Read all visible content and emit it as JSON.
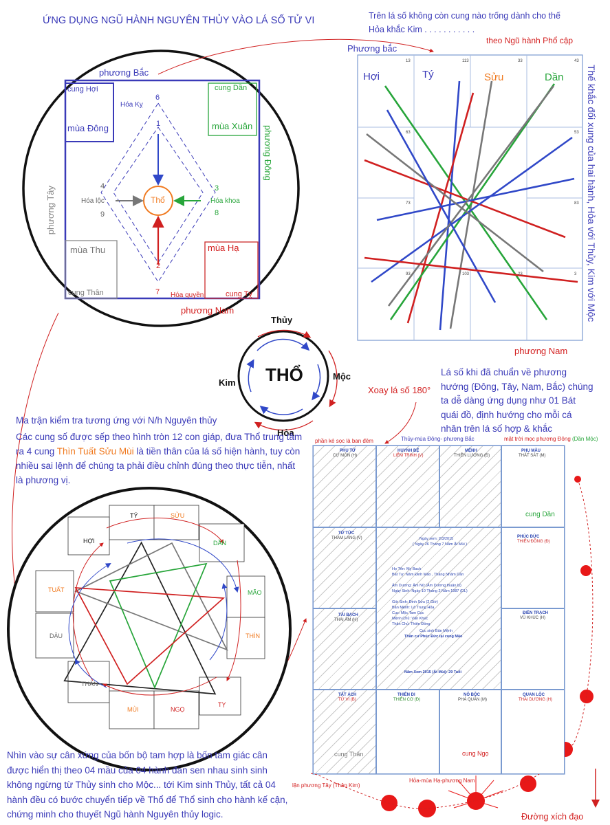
{
  "title": "ỨNG DỤNG NGŨ HÀNH NGUYÊN THỦY VÀO LÁ SỐ TỬ VI",
  "top_right_note": [
    "Trên lá số không còn cung nào trống dành cho thế",
    "Hỏa khắc Kim . . . . . . . . . . ."
  ],
  "pho_cap": "theo Ngũ hành Phổ cập",
  "phuong_bac": "Phương bắc",
  "phuong_nam_top": "phương Nam",
  "side_vertical": "Thế khắc đối xung của hai hành, Hỏa với Thủy, Kim với Mộc",
  "circle_diagram": {
    "phuong_bac": "phương  Bắc",
    "phuong_dong": "phương Đông",
    "phuong_tay": "phương Tây",
    "phuong_nam": "phương Nam",
    "cung_hoi": "cung Hợi",
    "mua_dong": "mùa Đông",
    "cung_dan": "cung Dần",
    "mua_xuan": "mùa Xuân",
    "mua_thu": "mùa Thu",
    "cung_than": "cung Thân",
    "mua_ha": "mùa Hạ",
    "cung_ty": "cung Tỵ",
    "hoa_ky": "Hóa Kỵ",
    "hoa_loc": "Hóa lộc",
    "hoa_khoa": "Hóa khoa",
    "hoa_quyen": "Hóa quyền",
    "tho": "Thổ",
    "n1": "1",
    "n2": "2",
    "n3": "3",
    "n4": "4",
    "n6": "6",
    "n7": "7",
    "n8": "8",
    "n9": "9"
  },
  "cycle": {
    "center": "THỔ",
    "thuy": "Thủy",
    "moc": "Mộc",
    "hoa": "Hỏa",
    "kim": "Kim"
  },
  "rotate_label": "Xoay lá số 180°",
  "rotate_para": "Lá số khi đã chuẩn về phương hướng (Đông, Tây, Nam, Bắc) chúng ta dễ dàng ứng dụng như 01 Bát quái đồ, định hướng cho mỗi cá nhân trên lá số hợp & khắc",
  "matrix_title": "Ma trận kiểm tra tương ứng với N/h Nguyên thủy",
  "matrix_para_a": "Các cung số được sếp theo hình tròn 12 con giáp, đưa Thổ trung tâm ra 4 cung ",
  "matrix_para_highlight": "Thìn Tuất Sửu Mùi",
  "matrix_para_b": " là tiền thân của lá số hiện hành, tuy còn nhiều sai lệnh để chúng ta phải điều chỉnh đúng theo thực tiễn, nhất là phương vị.",
  "bottom_para": "Nhìn vào sự cân xứng của bốn bộ tam hợp là bốn tam giác cân được hiển thị theo 04 mầu của 04 hành đan sen nhau sinh sinh không ngừng   từ Thủy sinh cho Mộc... tới Kim sinh Thủy, tất cả 04 hành đều có bước chuyển tiếp về Thổ để Thổ sinh cho hành kế cận, chứng minh cho thuyết Ngũ hành Nguyên thủy logic.",
  "zodiac": {
    "ty": "TÝ",
    "suu": "SỬU",
    "dan": "DẦN",
    "mao": "MÃO",
    "thin": "THÌN",
    "ti": "TỴ",
    "ngo": "NGỌ",
    "mui": "MÙI",
    "than": "THÂN",
    "dau": "DẬU",
    "tuat": "TUẤT",
    "hoi": "HỢI"
  },
  "top_chart": {
    "top_labels": [
      "Hợi",
      "Tý",
      "Sửu",
      "Dần"
    ],
    "cell_numbers": [
      "13",
      "113",
      "33",
      "43",
      "63",
      "53",
      "73",
      "83",
      "93",
      "103",
      "23",
      "3"
    ]
  },
  "bottom_chart": {
    "ban_dem": "phần kẻ sọc là ban đêm",
    "thuy_mua_dong": "Thủy-mùa Đông- phương Bắc",
    "mat_troi": "mặt trời mọc phương Đông",
    "dan_moc": "(Dần Mộc)",
    "lan_phuong_tay": "lặn phương Tây (Thân Kim)",
    "hoa_mua_ha": "Hỏa-mùa Hạ-phương Nam",
    "cung_dan": "cung Dần",
    "cung_than": "cung Thân",
    "cung_ngo": "cung Ngọ",
    "duong_xich_dao": "Đường xích đạo",
    "cells": [
      {
        "name": "PHỤ TỬ",
        "sub": "CỰ MÔN (H)"
      },
      {
        "name": "HUYNH ĐỆ",
        "sub": "LIÊM TRINH (V)"
      },
      {
        "name": "MỆNH",
        "sub": "THIÊN LƯƠNG (Đ)"
      },
      {
        "name": "PHỤ MẪU",
        "sub": "THẤT SÁT (M)"
      },
      {
        "name": "TỬ TỨC",
        "sub": "THAM LANG (V)"
      },
      {
        "name": "PHÚC ĐỨC",
        "sub": "THIÊN ĐỒNG (Đ)"
      },
      {
        "name": "TÀI BẠCH",
        "sub": "THÁI ÂM (H)"
      },
      {
        "name": "ĐIỀN TRẠCH",
        "sub": "VŨ KHÚC (H)"
      },
      {
        "name": "TẬT ÁCH",
        "sub": "TỬ VI (B)"
      },
      {
        "name": "THIÊN DI",
        "sub": "THIÊN CƠ (Đ)"
      },
      {
        "name": "NÔ BỘC",
        "sub": "PHÁ QUÂN (M)"
      },
      {
        "name": "QUAN LỘC",
        "sub": "THÁI DƯƠNG (H)"
      }
    ],
    "center_lines": [
      "Ngày xem: 2/3/2015",
      "( Ngày 26 Tháng 7 Năm Ất Mùi )",
      "Họ Tên:   My Bach",
      "Bát Tự:   Năm Đinh Mão , Tháng Nhâm Dần",
      "Âm Dương: Âm Nữ (Âm Dương thuận lý)",
      "Ngày Sinh: Ngày 10 Tháng 2 Năm 1987 (DL)",
      "Giờ Sinh:  Đinh Sửu (2 Giờ)",
      "Bản Mệnh: Lô Trung Hỏa",
      "Cục:       Mộc Tam Cục",
      "Mệnh Chủ: Văn Khúc",
      "Thân Chủ: Thiên Đồng",
      "Cục sinh Bản Mệnh",
      "Thân cư Phúc Đức tại cung Mão",
      "Năm Xem 2015 (Ất Mùi): 29 Tuổi"
    ]
  }
}
